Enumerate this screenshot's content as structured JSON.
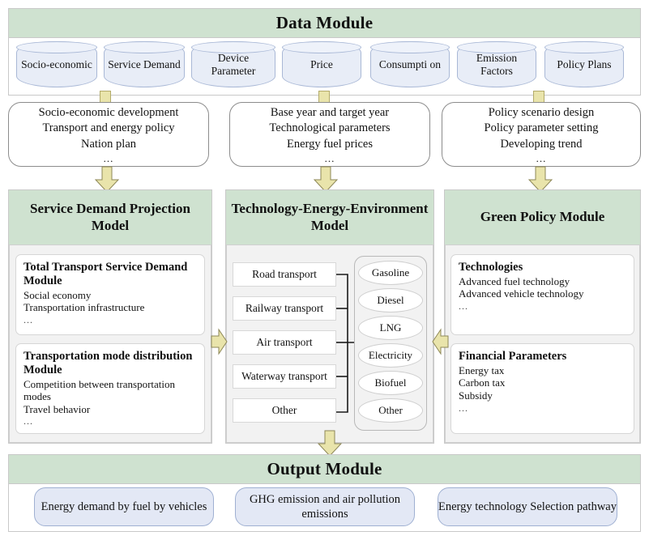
{
  "data_module": {
    "title": "Data Module",
    "sources": [
      {
        "label": "Socio-economic"
      },
      {
        "label": "Service Demand"
      },
      {
        "label": "Device Parameter"
      },
      {
        "label": "Price"
      },
      {
        "label": "Consumpti on"
      },
      {
        "label": "Emission Factors"
      },
      {
        "label": "Policy Plans"
      }
    ],
    "detail_cards": [
      {
        "lines": [
          "Socio-economic development",
          "Transport and energy policy",
          "Nation plan"
        ],
        "ellipsis": "..."
      },
      {
        "lines": [
          "Base year and target year",
          "Technological parameters",
          "Energy fuel prices"
        ],
        "ellipsis": "..."
      },
      {
        "lines": [
          "Policy scenario design",
          "Policy parameter setting",
          "Developing trend"
        ],
        "ellipsis": "..."
      }
    ]
  },
  "columns": {
    "left": {
      "title": "Service Demand Projection Model",
      "boxes": [
        {
          "heading": "Total Transport Service Demand Module",
          "lines": [
            "Social economy",
            "Transportation infrastructure"
          ],
          "ellipsis": "..."
        },
        {
          "heading": "Transportation mode distribution Module",
          "lines": [
            "Competition between transportation modes",
            "Travel behavior"
          ],
          "ellipsis": "..."
        }
      ]
    },
    "middle": {
      "title": "Technology-Energy-Environment Model",
      "transport_modes": [
        "Road transport",
        "Railway transport",
        "Air transport",
        "Waterway transport",
        "Other"
      ],
      "fuels": [
        "Gasoline",
        "Diesel",
        "LNG",
        "Electricity",
        "Biofuel",
        "Other"
      ]
    },
    "right": {
      "title": "Green Policy Module",
      "boxes": [
        {
          "heading": "Technologies",
          "lines": [
            "Advanced fuel technology",
            "Advanced vehicle technology"
          ],
          "ellipsis": "..."
        },
        {
          "heading": "Financial Parameters",
          "lines": [
            "Energy tax",
            "Carbon tax",
            "Subsidy"
          ],
          "ellipsis": "..."
        }
      ]
    }
  },
  "output_module": {
    "title": "Output Module",
    "outputs": [
      "Energy demand by fuel by vehicles",
      "GHG emission and air pollution emissions",
      "Energy technology Selection pathway"
    ]
  },
  "colors": {
    "module_header_green": "#cfe2d0",
    "cylinder_blue": "#e8edf7",
    "arrow_yellow": "#e9e4ab",
    "panel_border": "#c9c9c9"
  }
}
